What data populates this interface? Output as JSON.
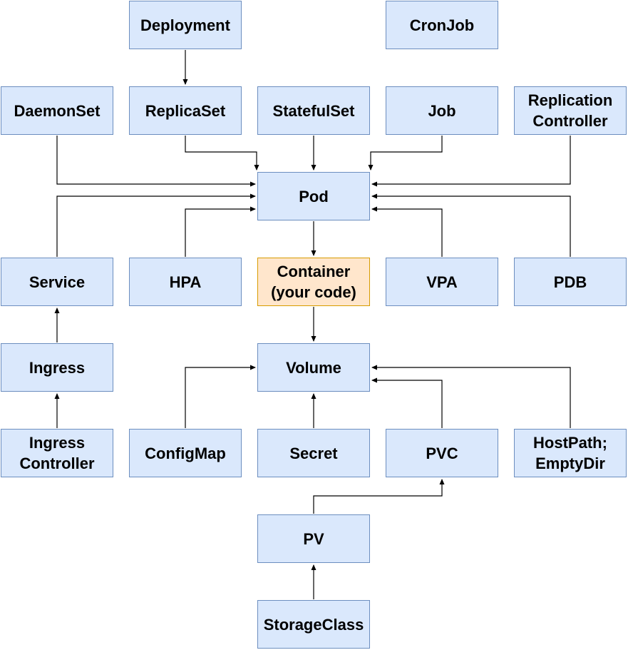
{
  "diagram": {
    "colors": {
      "node_fill": "#dae8fc",
      "node_border": "#6c8ebf",
      "highlight_fill": "#ffe6cc",
      "highlight_border": "#d79b00",
      "edge": "#000000"
    },
    "nodes": {
      "deployment": "Deployment",
      "cronjob": "CronJob",
      "daemonset": "DaemonSet",
      "replicaset": "ReplicaSet",
      "statefulset": "StatefulSet",
      "job": "Job",
      "replication_controller": "Replication\nController",
      "pod": "Pod",
      "service": "Service",
      "hpa": "HPA",
      "container": "Container\n(your code)",
      "vpa": "VPA",
      "pdb": "PDB",
      "ingress": "Ingress",
      "volume": "Volume",
      "ingress_controller": "Ingress\nController",
      "configmap": "ConfigMap",
      "secret": "Secret",
      "pvc": "PVC",
      "hostpath_emptydir": "HostPath;\nEmptyDir",
      "pv": "PV",
      "storageclass": "StorageClass"
    },
    "edges": [
      {
        "from": "Deployment",
        "to": "ReplicaSet"
      },
      {
        "from": "DaemonSet",
        "to": "Pod"
      },
      {
        "from": "ReplicaSet",
        "to": "Pod"
      },
      {
        "from": "StatefulSet",
        "to": "Pod"
      },
      {
        "from": "Job",
        "to": "Pod"
      },
      {
        "from": "Replication Controller",
        "to": "Pod"
      },
      {
        "from": "Service",
        "to": "Pod"
      },
      {
        "from": "HPA",
        "to": "Pod"
      },
      {
        "from": "VPA",
        "to": "Pod"
      },
      {
        "from": "PDB",
        "to": "Pod"
      },
      {
        "from": "Pod",
        "to": "Container (your code)"
      },
      {
        "from": "Container (your code)",
        "to": "Volume"
      },
      {
        "from": "Ingress",
        "to": "Service"
      },
      {
        "from": "Ingress Controller",
        "to": "Ingress"
      },
      {
        "from": "ConfigMap",
        "to": "Volume"
      },
      {
        "from": "Secret",
        "to": "Volume"
      },
      {
        "from": "PVC",
        "to": "Volume"
      },
      {
        "from": "HostPath; EmptyDir",
        "to": "Volume"
      },
      {
        "from": "PV",
        "to": "PVC"
      },
      {
        "from": "StorageClass",
        "to": "PV"
      }
    ]
  }
}
